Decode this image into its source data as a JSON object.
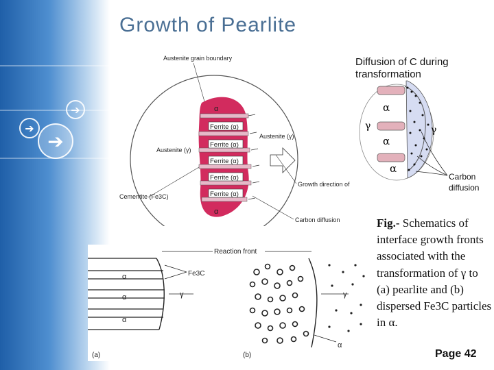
{
  "slide": {
    "title": "Growth of Pearlite",
    "page_label": "Page 42"
  },
  "figure_left": {
    "labels": {
      "austenite_grain_boundary": "Austenite grain boundary",
      "alpha": "α",
      "ferrite": "Ferrite (α)",
      "austenite_left": "Austenite (γ)",
      "austenite_right": "Austenite (γ)",
      "cementite": "Cementite (Fe3C)",
      "growth_direction": "Growth direction of pearlite",
      "carbon_diffusion": "Carbon diffusion"
    }
  },
  "figure_right": {
    "title": "Diffusion of C during transformation",
    "alpha": "α",
    "gamma": "γ",
    "carbon_diffusion": "Carbon diffusion"
  },
  "figure_bottom": {
    "reaction_front": "Reaction front",
    "fe3c": "Fe3C",
    "alpha": "α",
    "gamma": "γ",
    "panel_a": "(a)",
    "panel_b": "(b)"
  },
  "caption": {
    "fig_label": "Fig.-",
    "text": " Schematics of interface growth fronts associated with the transformation of γ to (a) pearlite and (b) dispersed Fe3C particles in α."
  },
  "colors": {
    "sidebar": "#1f5fa8",
    "title": "#4a6f94",
    "ferrite": "#d22b5e",
    "cementite": "#e7b8c8",
    "alpha_plate": "#e3b1bb",
    "gamma_region": "#d6dcf2"
  }
}
